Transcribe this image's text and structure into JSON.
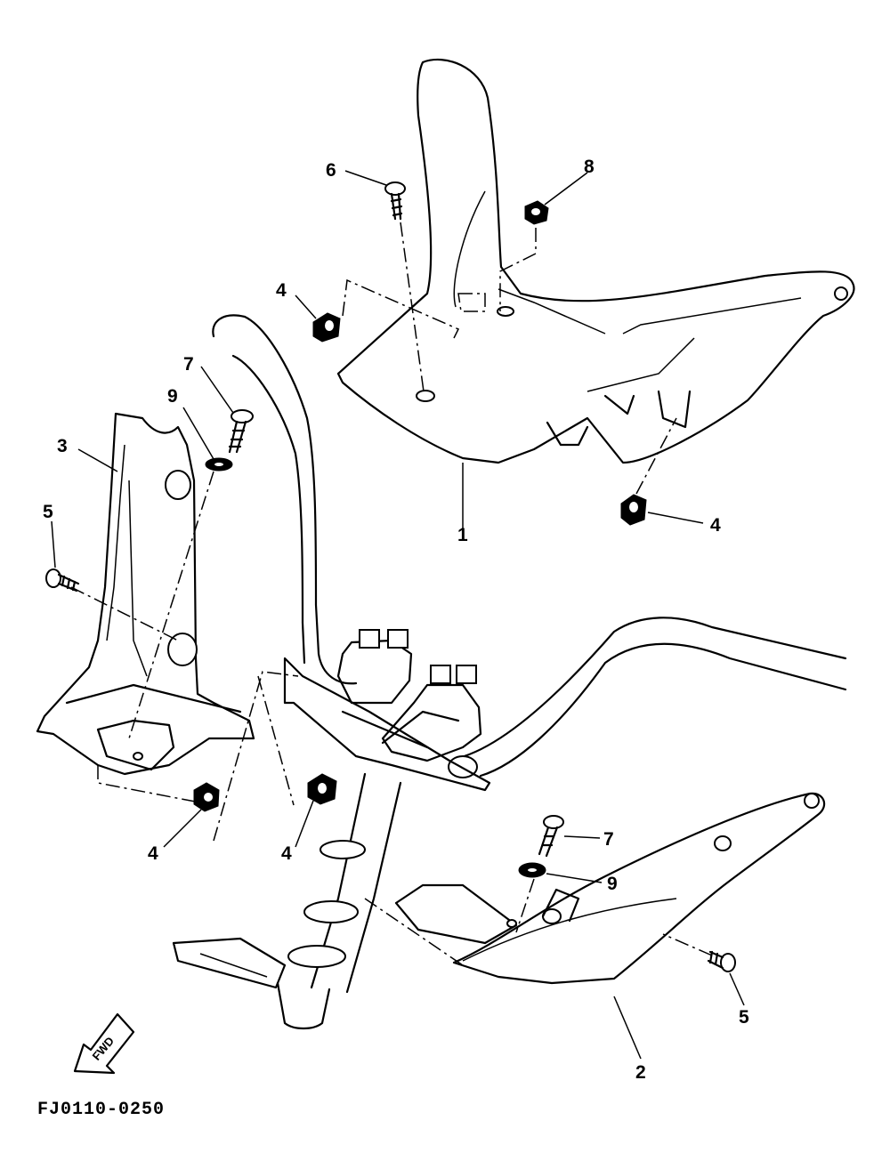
{
  "diagram": {
    "code": "FJ0110-0250",
    "fwd_label": "FWD"
  },
  "callouts": [
    {
      "id": "c1",
      "label": "1"
    },
    {
      "id": "c2",
      "label": "2"
    },
    {
      "id": "c3",
      "label": "3"
    },
    {
      "id": "c4a",
      "label": "4"
    },
    {
      "id": "c4b",
      "label": "4"
    },
    {
      "id": "c4c",
      "label": "4"
    },
    {
      "id": "c4d",
      "label": "4"
    },
    {
      "id": "c5a",
      "label": "5"
    },
    {
      "id": "c5b",
      "label": "5"
    },
    {
      "id": "c6",
      "label": "6"
    },
    {
      "id": "c7a",
      "label": "7"
    },
    {
      "id": "c7b",
      "label": "7"
    },
    {
      "id": "c8",
      "label": "8"
    },
    {
      "id": "c9a",
      "label": "9"
    },
    {
      "id": "c9b",
      "label": "9"
    }
  ]
}
